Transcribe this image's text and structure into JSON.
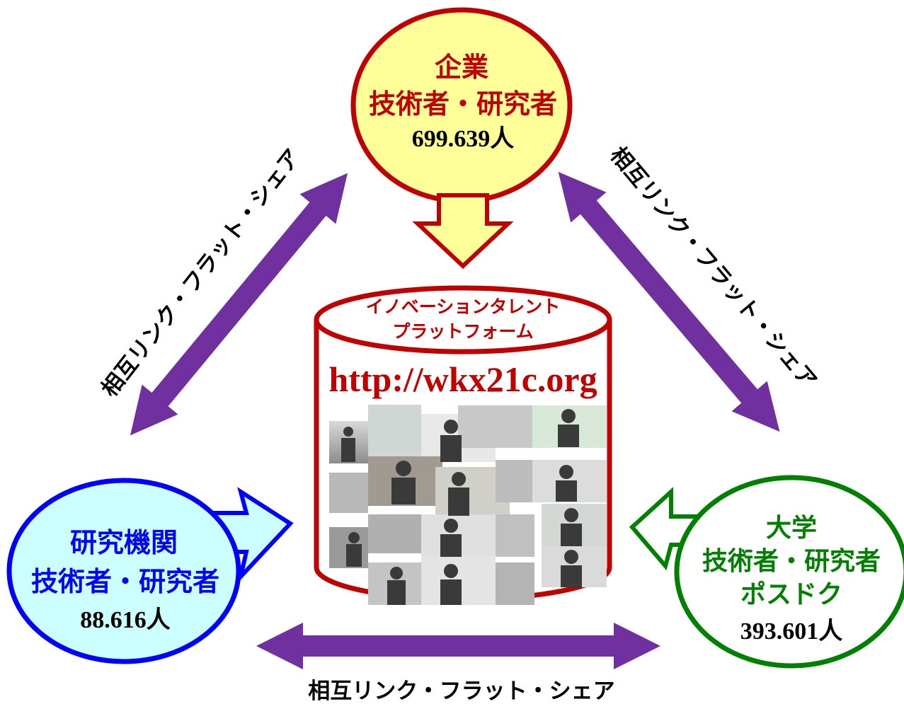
{
  "colors": {
    "company_fill": "#ffff99",
    "company_stroke": "#c00000",
    "company_text": "#c00000",
    "institute_fill": "#ccffff",
    "institute_stroke": "#0000ff",
    "institute_text": "#0000ff",
    "university_fill": "#ffffff",
    "university_stroke": "#008000",
    "university_text": "#008000",
    "arrow_purple": "#7030a0",
    "platform_stroke": "#c00000",
    "platform_text": "#c00000",
    "number_text": "#000000"
  },
  "company": {
    "line1": "企業",
    "line2": "技術者・研究者",
    "count": "699.639人"
  },
  "institute": {
    "line1": "研究機関",
    "line2": "技術者・研究者",
    "count": "88.616人"
  },
  "university": {
    "line1": "大学",
    "line2": "技術者・研究者",
    "line3": "ポスドク",
    "count": "393.601人"
  },
  "platform": {
    "line1": "イノベーションタレント",
    "line2": "プラットフォーム",
    "url": "http://wkx21c.org"
  },
  "links": {
    "left": "相互リンク・フラット・シェア",
    "right": "相互リンク・フラット・シェア",
    "bottom": "相互リンク・フラット・シェア"
  },
  "icons": {
    "video_thumbnails": "video-thumbnail-collage"
  }
}
